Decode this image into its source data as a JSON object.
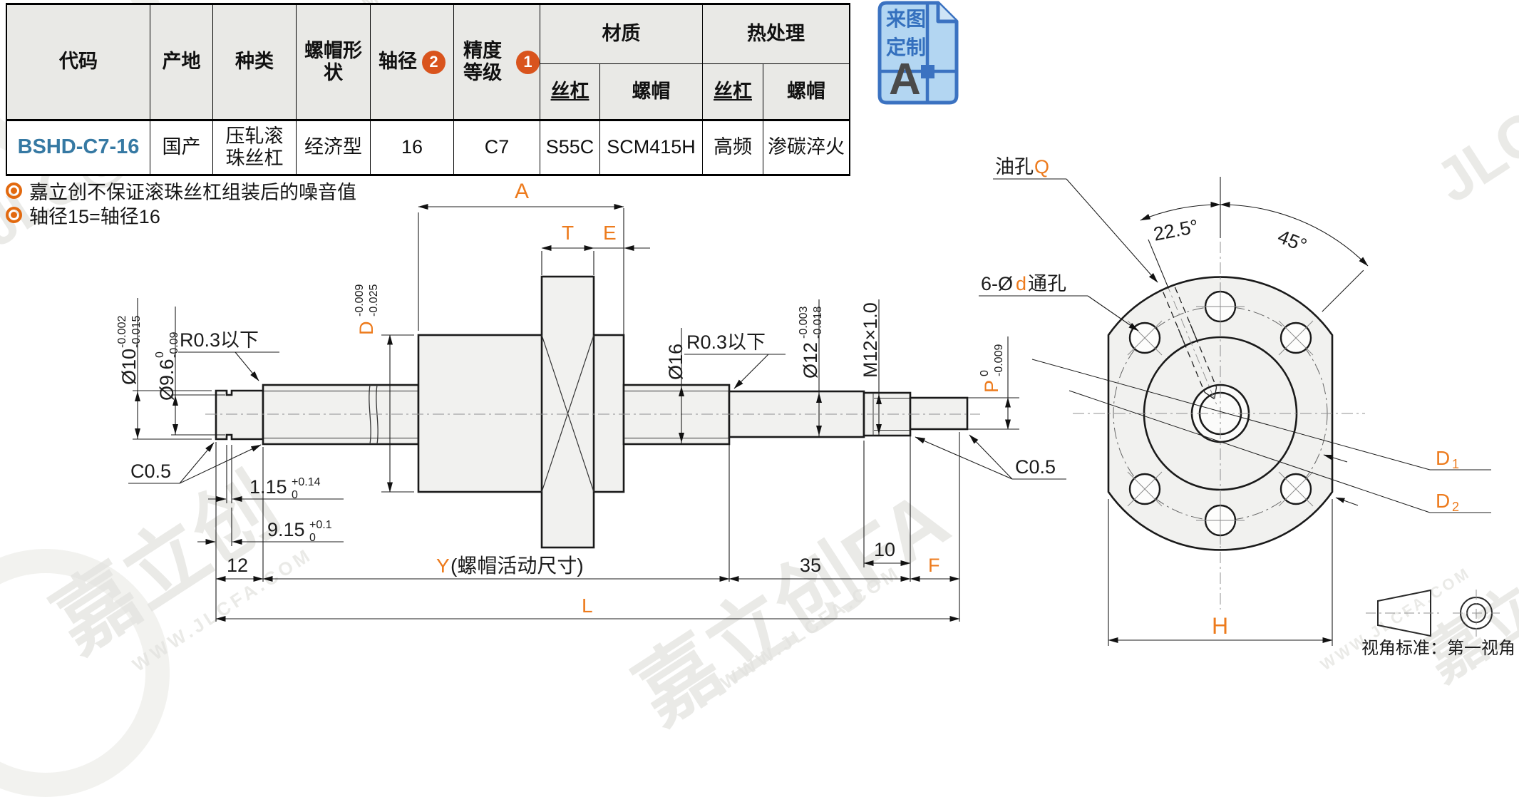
{
  "colors": {
    "accent_orange": "#ED7B1D",
    "badge_circle": "#D9541D",
    "bullet_orange": "#E2690F",
    "code_blue": "#3679A3",
    "badge_blue": "#3B72C1",
    "badge_fill": "#B3D6F2",
    "table_header_bg": "#E9E9E6",
    "part_fill": "#F1F1EF",
    "line_dark": "#1A1A1A"
  },
  "table": {
    "headers": {
      "code": "代码",
      "origin": "产地",
      "kind": "种类",
      "nut_shape": "螺帽形状",
      "shaft_dia": "轴径",
      "shaft_dia_badge": "2",
      "precision": "精度等级",
      "precision_badge": "1",
      "material": "材质",
      "heat_treatment": "热处理",
      "material_screw": "丝杠",
      "material_nut": "螺帽",
      "heat_screw": "丝杠",
      "heat_nut": "螺帽"
    },
    "row": {
      "code": "BSHD-C7-16",
      "origin": "国产",
      "kind": "压轧滚珠丝杠",
      "nut_shape": "经济型",
      "shaft_dia": "16",
      "precision": "C7",
      "mat_screw": "S55C",
      "mat_nut": "SCM415H",
      "heat_screw": "高频",
      "heat_nut": "渗碳淬火"
    }
  },
  "notes": [
    {
      "text": "嘉立创不保证滚珠丝杠组装后的噪音值"
    },
    {
      "text": "轴径15=轴径16"
    }
  ],
  "badge": {
    "line1": "来图",
    "line2": "定制",
    "letter": "A"
  },
  "side_view": {
    "a": "A",
    "t": "T",
    "e": "E",
    "d": {
      "main": "D",
      "tol_top": "-0.009",
      "tol_bot": "-0.025"
    },
    "dia10": {
      "main": "Ø10",
      "tol_top": "-0.002",
      "tol_bot": "-0.015"
    },
    "dia96": {
      "main": "Ø9.6",
      "tol_top": "0",
      "tol_bot": "-0.09"
    },
    "r03_left": "R0.3以下",
    "r03_right": "R0.3以下",
    "dia16": "Ø16",
    "dia12": {
      "main": "Ø12",
      "tol_top": "-0.003",
      "tol_bot": "-0.018"
    },
    "m12": "M12×1.0",
    "p": {
      "main": "P",
      "tol_top": "0",
      "tol_bot": "-0.009"
    },
    "c05_left": "C0.5",
    "c05_right": "C0.5",
    "groove_width": {
      "main": "1.15",
      "tol_top": "+0.14",
      "tol_bot": "0"
    },
    "groove_pos": {
      "main": "9.15",
      "tol_top": "+0.1",
      "tol_bot": "0"
    },
    "end_len": "12",
    "stroke_label": {
      "prefix": "Y",
      "suffix": "(螺帽活动尺寸)"
    },
    "len35": "35",
    "len10": "10",
    "f": "F",
    "l": "L"
  },
  "flange_view": {
    "oil": {
      "prefix": "油孔",
      "accent": "Q"
    },
    "angle_small": "22.5°",
    "angle_large": "45°",
    "holes": {
      "p1": "6-Ø",
      "accent": "d",
      "p2": "通孔"
    },
    "d1": {
      "main": "D",
      "sub": "1"
    },
    "d2": {
      "main": "D",
      "sub": "2"
    },
    "h": "H"
  },
  "footer": {
    "view_standard": "视角标准：第一视角"
  },
  "watermarks": {
    "brand": "JLC@FA",
    "brand_cn": "嘉立创",
    "brand_cn_fa": "嘉立创FA",
    "url": "WWW.JLCFA.COM"
  }
}
